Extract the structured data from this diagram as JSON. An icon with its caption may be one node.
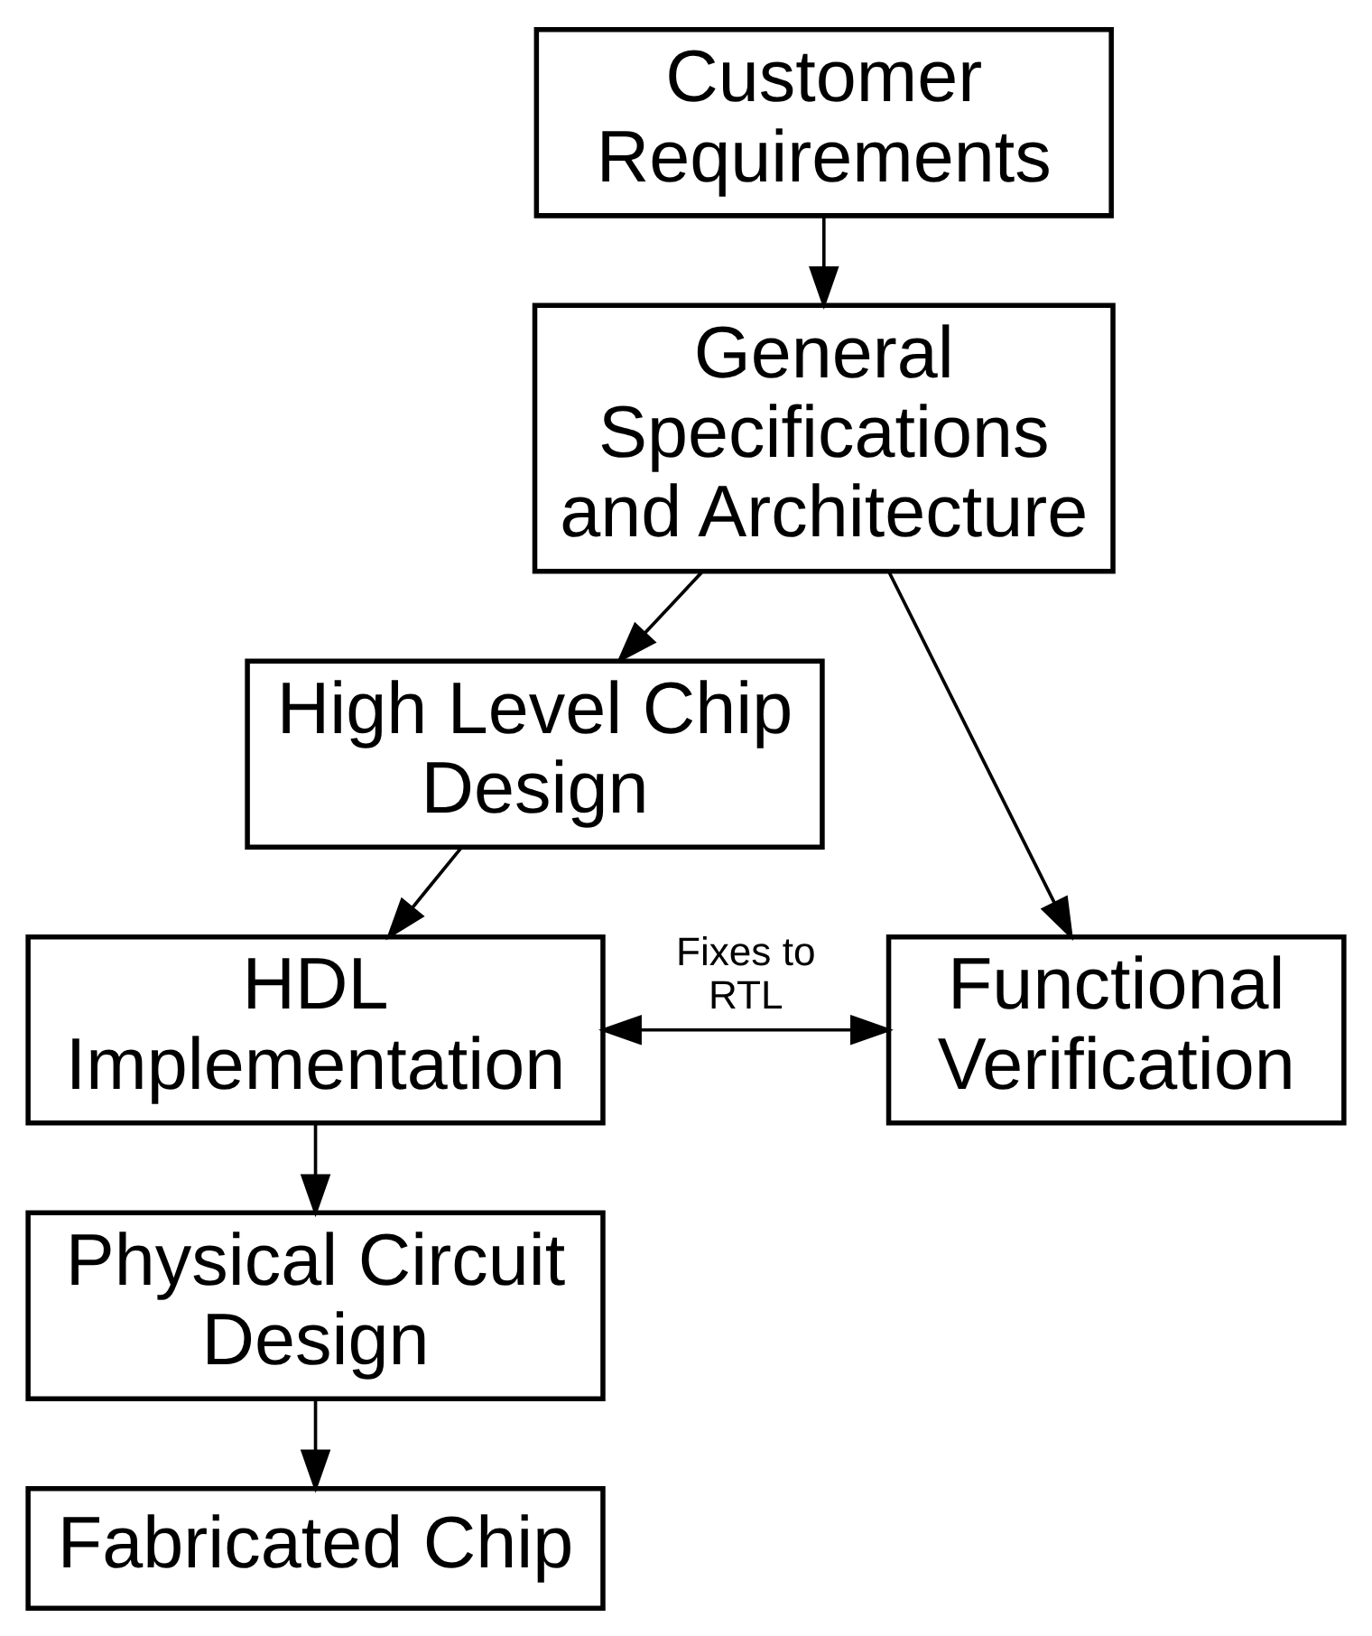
{
  "diagram": {
    "nodes": [
      {
        "text": [
          "Customer Requirements"
        ]
      },
      {
        "text": [
          "General Specifications and Architecture"
        ]
      },
      {
        "text": [
          "High Level Chip Design"
        ]
      },
      {
        "text": [
          "HDL Implementation"
        ]
      },
      {
        "text": [
          "Physical Circuit Design"
        ]
      },
      {
        "text": [
          "Fabricated Chip"
        ]
      },
      {
        "text": [
          "Functional Verification"
        ]
      }
    ],
    "edges": [
      {
        "from": 0,
        "to": 1,
        "arrow": "to"
      },
      {
        "from": 1,
        "to": 2,
        "arrow": "to"
      },
      {
        "from": 2,
        "to": 3,
        "arrow": "to"
      },
      {
        "from": 3,
        "to": 4,
        "arrow": "to"
      },
      {
        "from": 4,
        "to": 5,
        "arrow": "to"
      },
      {
        "from": 1,
        "to": 6,
        "arrow": "to"
      },
      {
        "from": 3,
        "to": 6,
        "arrow": "both",
        "label": "Fixes to RTL"
      }
    ]
  }
}
